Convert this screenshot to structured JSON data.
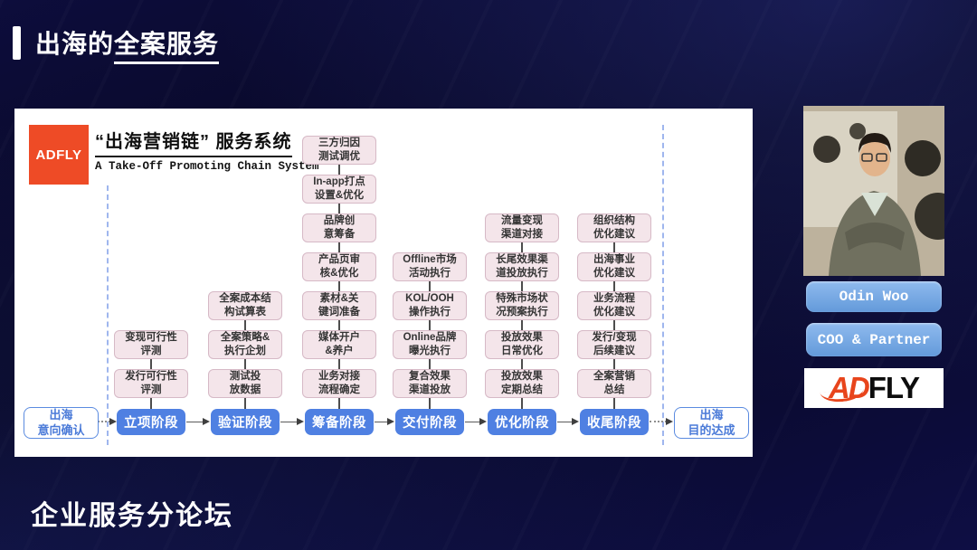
{
  "header": {
    "title_prefix": "出海的",
    "title_emphasis": "全案服务"
  },
  "footer": {
    "title": "企业服务分论坛"
  },
  "panel": {
    "logo_text": "ADFLY",
    "system_title": "“出海营销链” 服务系统",
    "system_subtitle": "A Take-Off Promoting Chain System",
    "start_node": "出海\n意向确认",
    "end_node": "出海\n目的达成",
    "columns": [
      {
        "stage": "立项阶段",
        "items": [
          "变现可行性\n评测",
          "发行可行性\n评测"
        ]
      },
      {
        "stage": "验证阶段",
        "items": [
          "全案成本结\n构试算表",
          "全案策略&\n执行企划",
          "测试投\n放数据"
        ]
      },
      {
        "stage": "筹备阶段",
        "items": [
          "三方归因\n测试调优",
          "In-app打点\n设置&优化",
          "品牌创\n意筹备",
          "产品页审\n核&优化",
          "素材&关\n键词准备",
          "媒体开户\n&养户",
          "业务对接\n流程确定"
        ]
      },
      {
        "stage": "交付阶段",
        "items": [
          "Offline市场\n活动执行",
          "KOL/OOH\n操作执行",
          "Online品牌\n曝光执行",
          "复合效果\n渠道投放"
        ]
      },
      {
        "stage": "优化阶段",
        "items": [
          "流量变现\n渠道对接",
          "长尾效果渠\n道投放执行",
          "特殊市场状\n况预案执行",
          "投放效果\n日常优化",
          "投放效果\n定期总结"
        ]
      },
      {
        "stage": "收尾阶段",
        "items": [
          "组织结构\n优化建议",
          "出海事业\n优化建议",
          "业务流程\n优化建议",
          "发行/变现\n后续建议",
          "全案营销\n总结"
        ]
      }
    ]
  },
  "speaker": {
    "name": "Odin Woo",
    "role": "COO & Partner",
    "logo_ad": "AD",
    "logo_fly": "FLY"
  },
  "colors": {
    "background_navy": "#0a0a33",
    "stage_blue": "#4f80e2",
    "item_pink": "#f4e5ea",
    "brand_red": "#ee4b26",
    "pill_blue": "#76a8e4"
  }
}
